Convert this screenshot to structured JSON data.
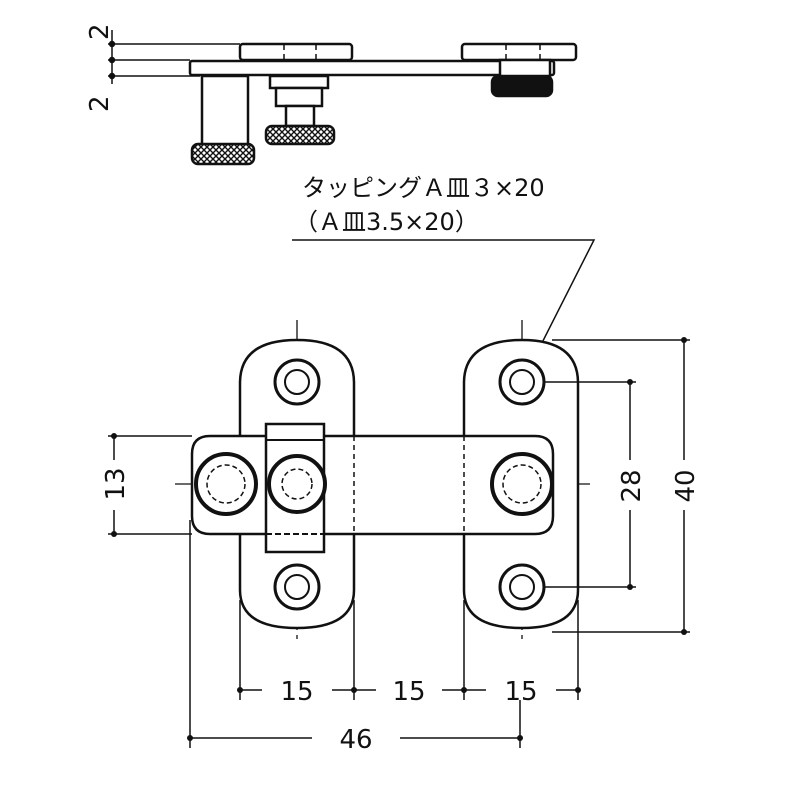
{
  "notes": {
    "screw_line1": "タッピングＡ皿３×20",
    "screw_line2": "（Ａ皿3.5×20）"
  },
  "dimensions": {
    "side_gap_top": "2",
    "side_gap_bottom": "2",
    "latch_width": "13",
    "hole_pitch": "28",
    "plate_height": "40",
    "plate_width_1": "15",
    "gap": "15",
    "plate_width_2": "15",
    "overall_width": "46"
  }
}
